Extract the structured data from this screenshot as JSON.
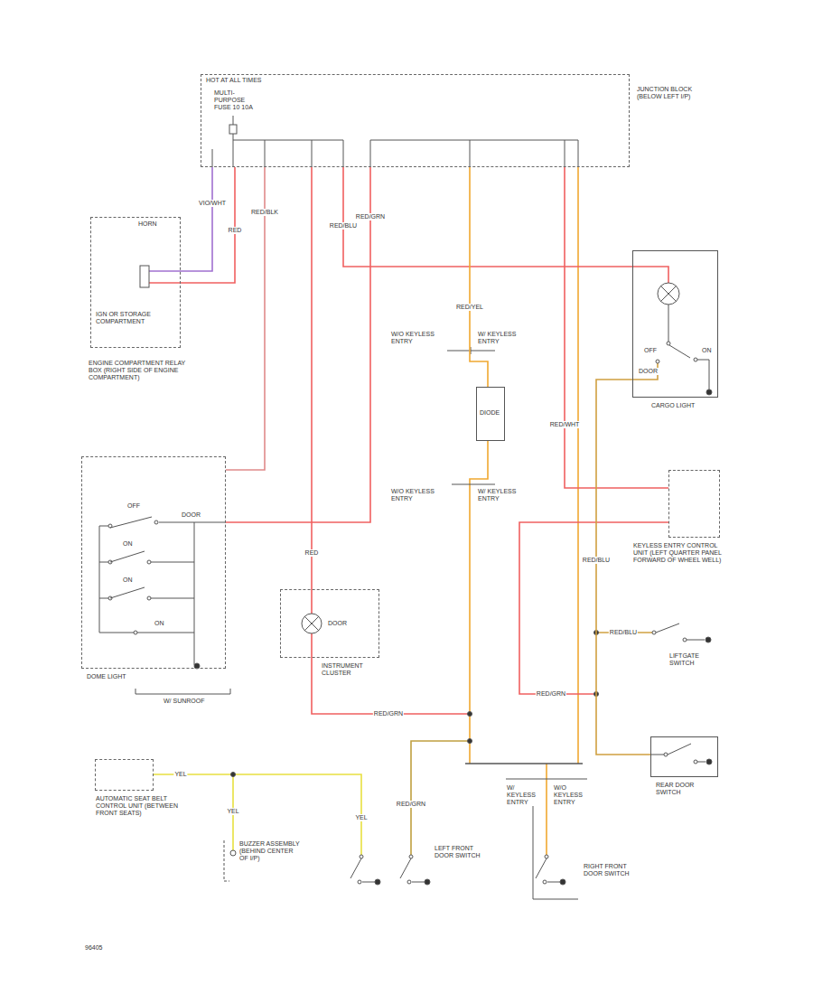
{
  "diagram": {
    "nodes": [
      {
        "text": [
          "HOT AT ALL TIMES",
          "MULTI-PURPOSE FUSE 10 10A",
          "JUNCTION BLOCK (BELOW LEFT I/P)"
        ]
      },
      {
        "text": [
          "HORN",
          "IGN OR STORAGE COMPARTMENT"
        ]
      },
      {
        "text": [
          "DOME LIGHT"
        ]
      },
      {
        "text": [
          "DOOR",
          "INSTRUMENT CLUSTER"
        ]
      },
      {
        "text": [
          "DIODE"
        ]
      },
      {
        "text": [
          "CARGO LIGHT"
        ]
      },
      {
        "text": [
          "KEYLESS ENTRY CONTROL UNIT (LEFT QUARTER PANEL FORWARD OF WHEEL WELL)"
        ]
      },
      {
        "text": [
          "REAR DOOR SWITCH"
        ]
      },
      {
        "text": [
          "AUTOMATIC SEAT BELT CONTROL UNIT (BETWEEN FRONT SEATS)"
        ]
      }
    ],
    "edges": [
      {
        "from": 0,
        "to": 1,
        "arrow": "none",
        "label": "VIO/WHT"
      },
      {
        "from": 0,
        "to": 1,
        "arrow": "none",
        "label": "RED"
      },
      {
        "from": 0,
        "to": 2,
        "arrow": "none",
        "label": "RED/BLK"
      },
      {
        "from": 0,
        "to": 2,
        "arrow": "none",
        "label": "RED/GRN"
      },
      {
        "from": 0,
        "to": 3,
        "arrow": "none",
        "label": "RED"
      },
      {
        "from": 0,
        "to": 5,
        "arrow": "none",
        "label": "RED/BLU"
      },
      {
        "from": 0,
        "to": 4,
        "arrow": "none",
        "label": "RED/YEL"
      },
      {
        "from": 0,
        "to": 6,
        "arrow": "none",
        "label": "RED/WHT"
      },
      {
        "from": 5,
        "to": 7,
        "arrow": "none",
        "label": "RED/BLU"
      }
    ],
    "labels": [
      "ENGINE COMPARTMENT RELAY BOX (RIGHT SIDE OF ENGINE COMPARTMENT)",
      "OFF",
      "DOOR",
      "ON",
      "ON",
      "ON",
      "W/ SUNROOF",
      "W/O KEYLESS ENTRY",
      "W/ KEYLESS ENTRY",
      "W/O KEYLESS ENTRY",
      "W/ KEYLESS ENTRY",
      "OFF",
      "ON",
      "DOOR",
      "LIFTGATE SWITCH",
      "LEFT FRONT DOOR SWITCH",
      "RIGHT FRONT DOOR SWITCH",
      "W/ KEYLESS ENTRY",
      "W/O KEYLESS ENTRY",
      "BUZZER ASSEMBLY (BEHIND CENTER OF I/P)",
      "YEL",
      "YEL",
      "YEL",
      "RED/GRN",
      "RED/GRN",
      "RED/BLU",
      "RED/GRN",
      "96405"
    ]
  }
}
